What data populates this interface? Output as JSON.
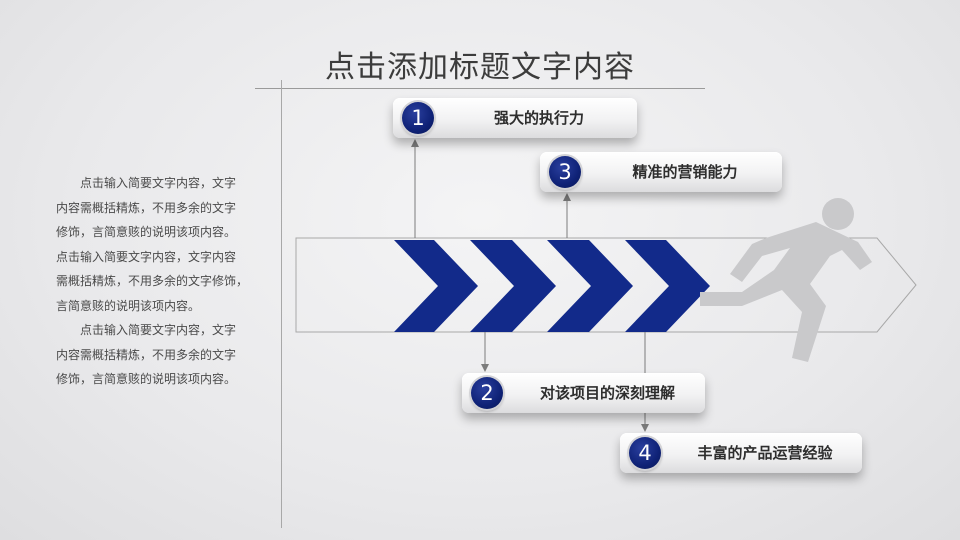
{
  "title": "点击添加标题文字内容",
  "description": {
    "paragraphs": [
      [
        "点击输入简要文字内容，文字",
        "内容需概括精炼，不用多余的文字",
        "修饰，言简意赅的说明该项内容。",
        "点击输入简要文字内容，文字内容",
        "需概括精炼，不用多余的文字修饰，",
        "言简意赅的说明该项内容。"
      ],
      [
        "点击输入简要文字内容，文字",
        "内容需概括精炼，不用多余的文字",
        "修饰，言简意赅的说明该项内容。"
      ]
    ]
  },
  "steps": [
    {
      "number": "1",
      "label": "强大的执行力"
    },
    {
      "number": "2",
      "label": "对该项目的深刻理解"
    },
    {
      "number": "3",
      "label": "精准的营销能力"
    },
    {
      "number": "4",
      "label": "丰富的产品运营经验"
    }
  ],
  "colors": {
    "accent": "#0f2277",
    "chevron": "#122a8a",
    "runner": "#c9c9cb",
    "outline": "#a8a8a8"
  },
  "icons": {
    "runner": "running-person-icon"
  }
}
